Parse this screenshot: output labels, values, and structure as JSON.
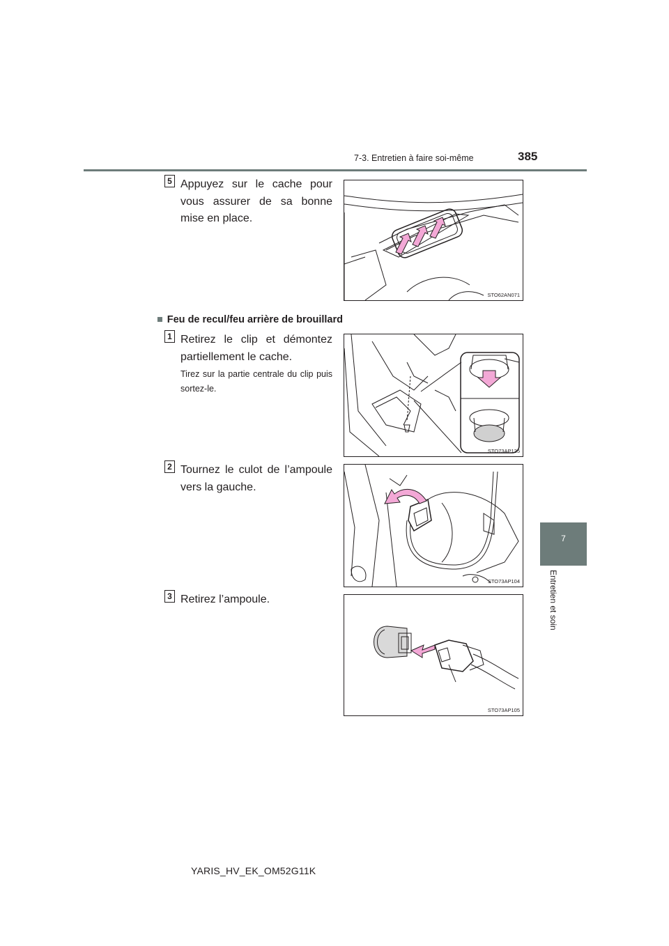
{
  "header": {
    "section": "7-3. Entretien à faire soi-même",
    "page_number": "385"
  },
  "side_tab": {
    "chapter_number": "7",
    "chapter_title": "Entretien et soin"
  },
  "steps_top": [
    {
      "number": "5",
      "text": "Appuyez sur le cache pour vous assurer de sa bonne mise en place.",
      "figure_code": "STO62AN071"
    }
  ],
  "section": {
    "bullet": "■",
    "title": "Feu de recul/feu arrière de brouillard"
  },
  "steps": [
    {
      "number": "1",
      "text": "Retirez le clip et démontez partiellement le cache.",
      "subtext": "Tirez sur la partie centrale du clip puis sortez-le.",
      "figure_code": "STO73AP125"
    },
    {
      "number": "2",
      "text": "Tournez le culot de l’ampoule vers la gauche.",
      "figure_code": "STO73AP104"
    },
    {
      "number": "3",
      "text": "Retirez l’ampoule.",
      "figure_code": "STO73AP105"
    }
  ],
  "footer": {
    "doc_code": "YARIS_HV_EK_OM52G11K"
  },
  "colors": {
    "accent": "#6d7c7a",
    "arrow_pink": "#f3a8d6"
  },
  "icons": [
    "press-arrow-icon",
    "down-arrow-icon",
    "rotate-arrow-icon",
    "insert-arrow-icon"
  ]
}
